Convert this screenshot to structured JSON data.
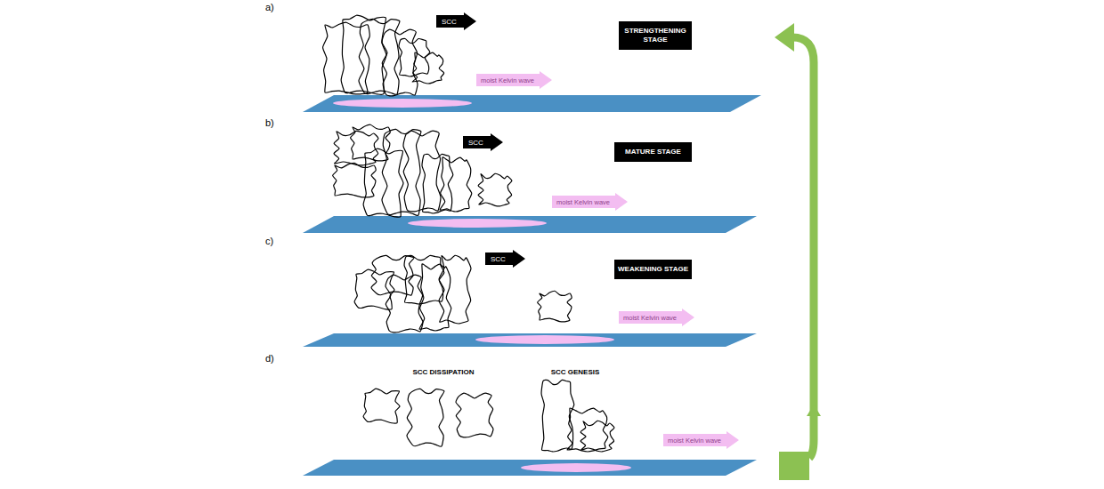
{
  "diagram": {
    "nodes": [
      {
        "text": [
          "SCC"
        ]
      },
      {
        "text": [
          "STRENGTHENING STAGE"
        ]
      },
      {
        "text": [
          "moist Kelvin wave"
        ]
      },
      {
        "text": [
          "SCC"
        ]
      },
      {
        "text": [
          "MATURE STAGE"
        ]
      },
      {
        "text": [
          "moist Kelvin wave"
        ]
      },
      {
        "text": [
          "SCC"
        ]
      },
      {
        "text": [
          "WEAKENING STAGE"
        ]
      },
      {
        "text": [
          "moist Kelvin wave"
        ]
      },
      {
        "text": [
          "moist Kelvin wave"
        ]
      }
    ],
    "labels": [
      "a)",
      "b)",
      "c)",
      "d)",
      "SCC DISSIPATION",
      "SCC GENESIS"
    ]
  }
}
